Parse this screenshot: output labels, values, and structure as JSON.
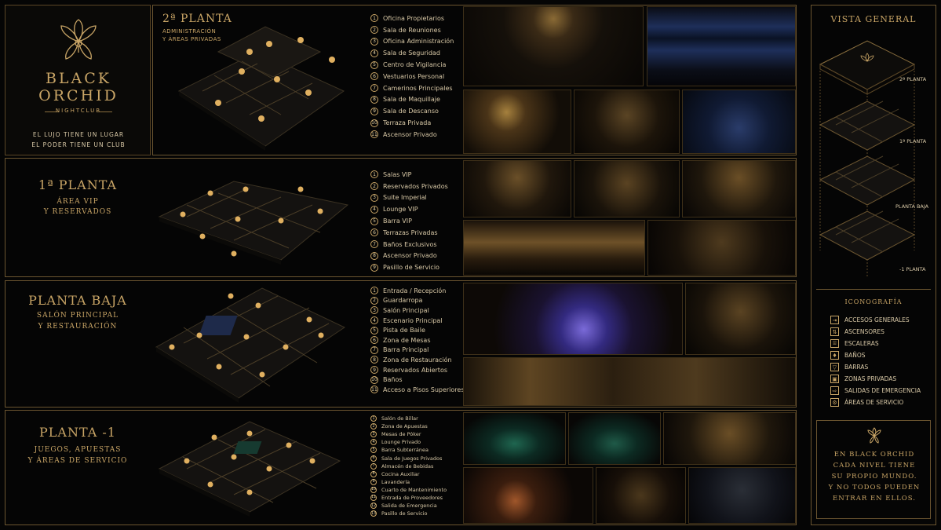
{
  "brand": {
    "name_line1": "BLACK",
    "name_line2": "ORCHID",
    "sub": "NIGHTCLUB",
    "tagline1": "EL LUJO TIENE UN LUGAR",
    "tagline2": "EL PODER TIENE UN CLUB"
  },
  "floors": [
    {
      "title": "2ª PLANTA",
      "subtitle1": "ADMINISTRACIÓN",
      "subtitle2": "Y ÁREAS PRIVADAS",
      "items": [
        "Oficina Propietarios",
        "Sala de Reuniones",
        "Oficina Administración",
        "Sala de Seguridad",
        "Centro de Vigilancia",
        "Vestuarios Personal",
        "Camerinos Principales",
        "Sala de Maquillaje",
        "Sala de Descanso",
        "Terraza Privada",
        "Ascensor Privado"
      ]
    },
    {
      "title": "1ª PLANTA",
      "subtitle1": "ÁREA VIP",
      "subtitle2": "Y RESERVADOS",
      "items": [
        "Salas VIP",
        "Reservados Privados",
        "Suite Imperial",
        "Lounge VIP",
        "Barra VIP",
        "Terrazas Privadas",
        "Baños Exclusivos",
        "Ascensor Privado",
        "Pasillo de Servicio"
      ]
    },
    {
      "title": "PLANTA BAJA",
      "subtitle1": "SALÓN PRINCIPAL",
      "subtitle2": "Y RESTAURACIÓN",
      "items": [
        "Entrada / Recepción",
        "Guardarropa",
        "Salón Principal",
        "Escenario Principal",
        "Pista de Baile",
        "Zona de Mesas",
        "Barra Principal",
        "Zona de Restauración",
        "Reservados Abiertos",
        "Baños",
        "Acceso a Pisos Superiores"
      ]
    },
    {
      "title": "PLANTA -1",
      "subtitle1": "JUEGOS, APUESTAS",
      "subtitle2": "Y ÁREAS DE SERVICIO",
      "items": [
        "Salón de Billar",
        "Zona de Apuestas",
        "Mesas de Póker",
        "Lounge Privado",
        "Barra Subterránea",
        "Sala de Juegos Privados",
        "Almacén de Bebidas",
        "Cocina Auxiliar",
        "Lavandería",
        "Cuarto de Mantenimiento",
        "Entrada de Proveedores",
        "Salida de Emergencia",
        "Pasillo de Servicio"
      ]
    }
  ],
  "overview": {
    "title": "VISTA GENERAL",
    "levels": [
      "2ª PLANTA",
      "1ª PLANTA",
      "PLANTA BAJA",
      "-1 PLANTA"
    ]
  },
  "iconography": {
    "title": "ICONOGRAFÍA",
    "items": [
      {
        "icon": "door-icon",
        "glyph": "⇥",
        "label": "ACCESOS GENERALES"
      },
      {
        "icon": "elevator-icon",
        "glyph": "⇅",
        "label": "ASCENSORES"
      },
      {
        "icon": "stairs-icon",
        "glyph": "⌸",
        "label": "ESCALERAS"
      },
      {
        "icon": "restroom-icon",
        "glyph": "♦",
        "label": "BAÑOS"
      },
      {
        "icon": "glass-icon",
        "glyph": "▽",
        "label": "BARRAS"
      },
      {
        "icon": "lock-icon",
        "glyph": "▣",
        "label": "ZONAS PRIVADAS"
      },
      {
        "icon": "exit-icon",
        "glyph": "⇨",
        "label": "SALIDAS DE EMERGENCIA"
      },
      {
        "icon": "service-icon",
        "glyph": "⚙",
        "label": "ÁREAS DE SERVICIO"
      }
    ]
  },
  "quote": {
    "lines": [
      "EN BLACK ORCHID",
      "CADA NIVEL TIENE",
      "SU PROPIO MUNDO.",
      "Y NO TODOS PUEDEN",
      "ENTRAR EN ELLOS."
    ]
  },
  "colors": {
    "gold": "#c9a566",
    "background": "#050505",
    "border": "#6b5530"
  }
}
